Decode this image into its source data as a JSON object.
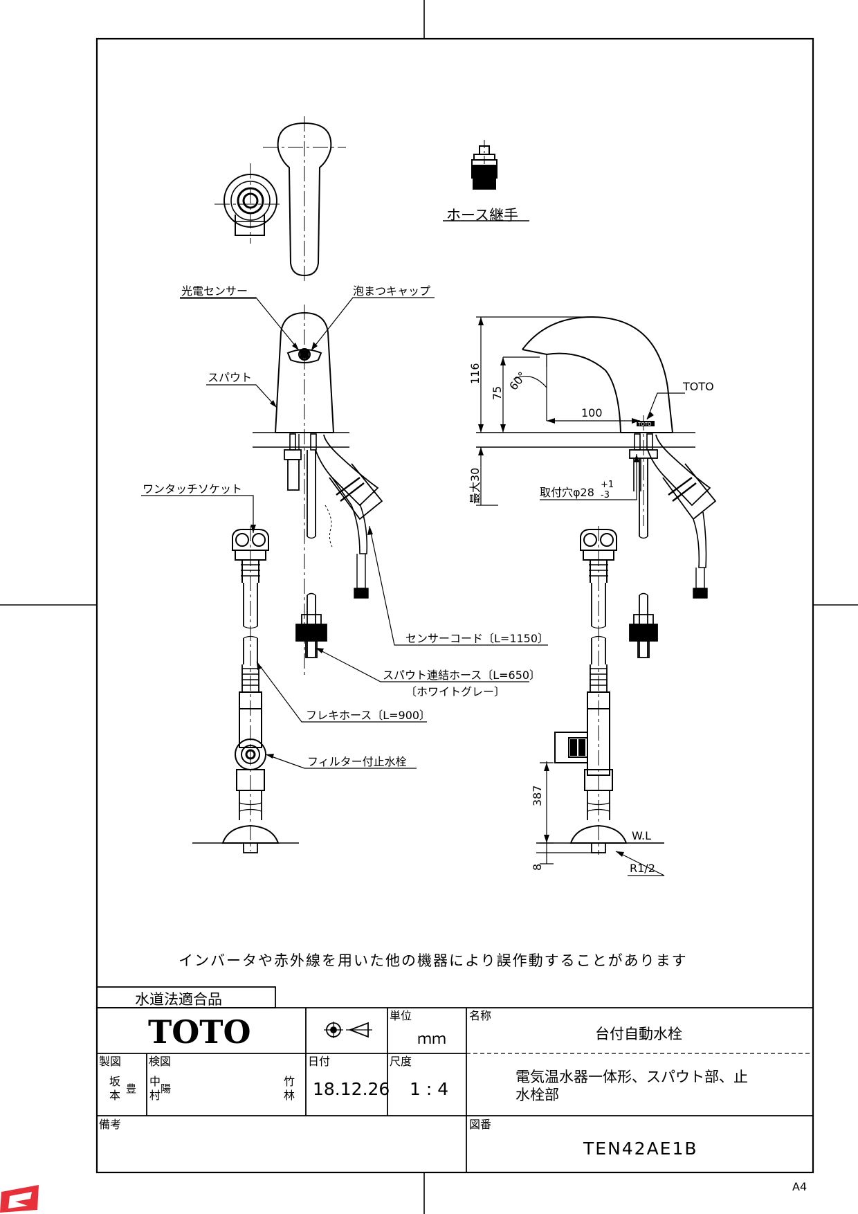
{
  "drawing": {
    "labels": {
      "hose_fitting": "ホース継手",
      "photo_sensor": "光電センサー",
      "foam_cap": "泡まつキャップ",
      "spout": "スパウト",
      "one_touch_socket": "ワンタッチソケット",
      "sensor_cord": "センサーコード〔L=1150〕",
      "spout_hose": "スパウト連結ホース〔L=650〕",
      "spout_hose_color": "〔ホワイトグレー〕",
      "flex_hose": "フレキホース〔L=900〕",
      "filter_valve": "フィルター付止水栓",
      "toto_mark": "TOTO",
      "mount_hole": "取付穴φ28",
      "mount_tol_plus": "+1",
      "mount_tol_minus": "-3",
      "water_level": "W.L",
      "thread": "R1/2",
      "cap_text": "TOTO"
    },
    "dimensions": {
      "height_116": "116",
      "height_75": "75",
      "angle": "60°",
      "reach_100": "100",
      "max_30": "最大30",
      "height_387": "387",
      "height_8": "8"
    },
    "note": "インバータや赤外線を用いた他の機器により誤作動することがあります"
  },
  "title_block": {
    "approval": "水道法適合品",
    "brand": "TOTO",
    "unit_label": "単位",
    "unit": "ｍｍ",
    "name_label": "名称",
    "name": "台付自動水栓",
    "drawn_label": "製図",
    "checked_label": "検図",
    "date_label": "日付",
    "date": "18.12.26",
    "scale_label": "尺度",
    "scale": "1 : 4",
    "description_line1": "電気温水器一体形、スパウト部、止",
    "description_line2": "水栓部",
    "remarks_label": "備考",
    "drawing_no_label": "図番",
    "drawing_no": "TEN42AE1B",
    "paper_size": "A4",
    "drawn_by_1": "坂",
    "drawn_by_2": "本",
    "drawn_by_3": "豊",
    "checked_by_1": "中",
    "checked_by_2": "村",
    "checked_by_3": "陽",
    "checked_by_4": "竹",
    "checked_by_5": "林"
  }
}
